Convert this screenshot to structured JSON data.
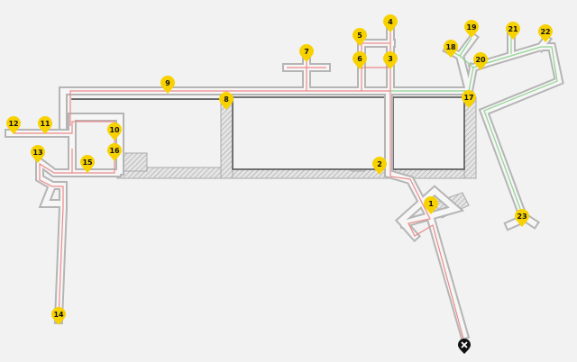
{
  "map": {
    "title": "Floor plan route map",
    "markers": [
      "1",
      "2",
      "3",
      "4",
      "5",
      "6",
      "7",
      "8",
      "9",
      "10",
      "11",
      "12",
      "13",
      "14",
      "15",
      "16",
      "17",
      "18",
      "19",
      "20",
      "21",
      "22",
      "23"
    ],
    "exit_icon": "close-x-icon",
    "colors": {
      "background": "#f2f2f2",
      "marker": "#f7d200",
      "route_red": "#ec8a8a",
      "route_green": "#8fd48f",
      "exit": "#111111"
    }
  }
}
